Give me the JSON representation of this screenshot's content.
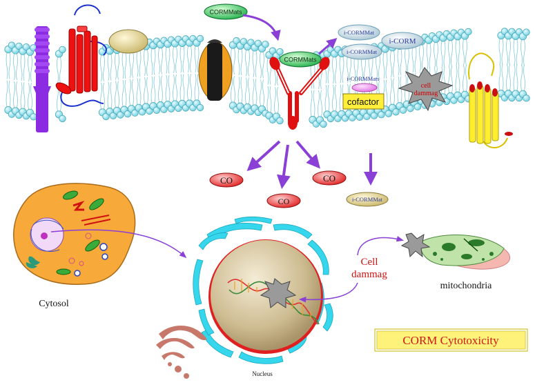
{
  "labels": {
    "cormmats_top": "CORMMats",
    "cormmats_receptor": "CORMMats",
    "i_cormmat_1": "i-CORMMat",
    "i_corm": "i-CORM",
    "i_cormmat_2": "i-CORMMat",
    "i_cormmats_cofactor": "i-CORMMats",
    "cofactor": "cofactor",
    "cell_damage_membrane_1": "cell",
    "cell_damage_membrane_2": "dammag",
    "co_1": "CO",
    "co_2": "CO",
    "co_3": "CO",
    "i_cormmat_below": "i-CORMMat",
    "cytosol": "Cytosol",
    "nucleus": "Nucleus",
    "cell_damage_1": "Cell",
    "cell_damage_2": "dammag",
    "mitochondria": "mitochondria",
    "title": "CORM Cytotoxicity"
  },
  "colors": {
    "lipid_head": "#8fe3ef",
    "lipid_head_stroke": "#4aa9b8",
    "arrow": "#8a3fd6",
    "receptor_red": "#e01010",
    "co_red": "#e23030",
    "cytosol_cell": "#f5a623",
    "nucleus_body": "#d8c9a0",
    "er_cyan": "#36d6ec",
    "title_box": "#fff27a",
    "title_text": "#d01818"
  }
}
